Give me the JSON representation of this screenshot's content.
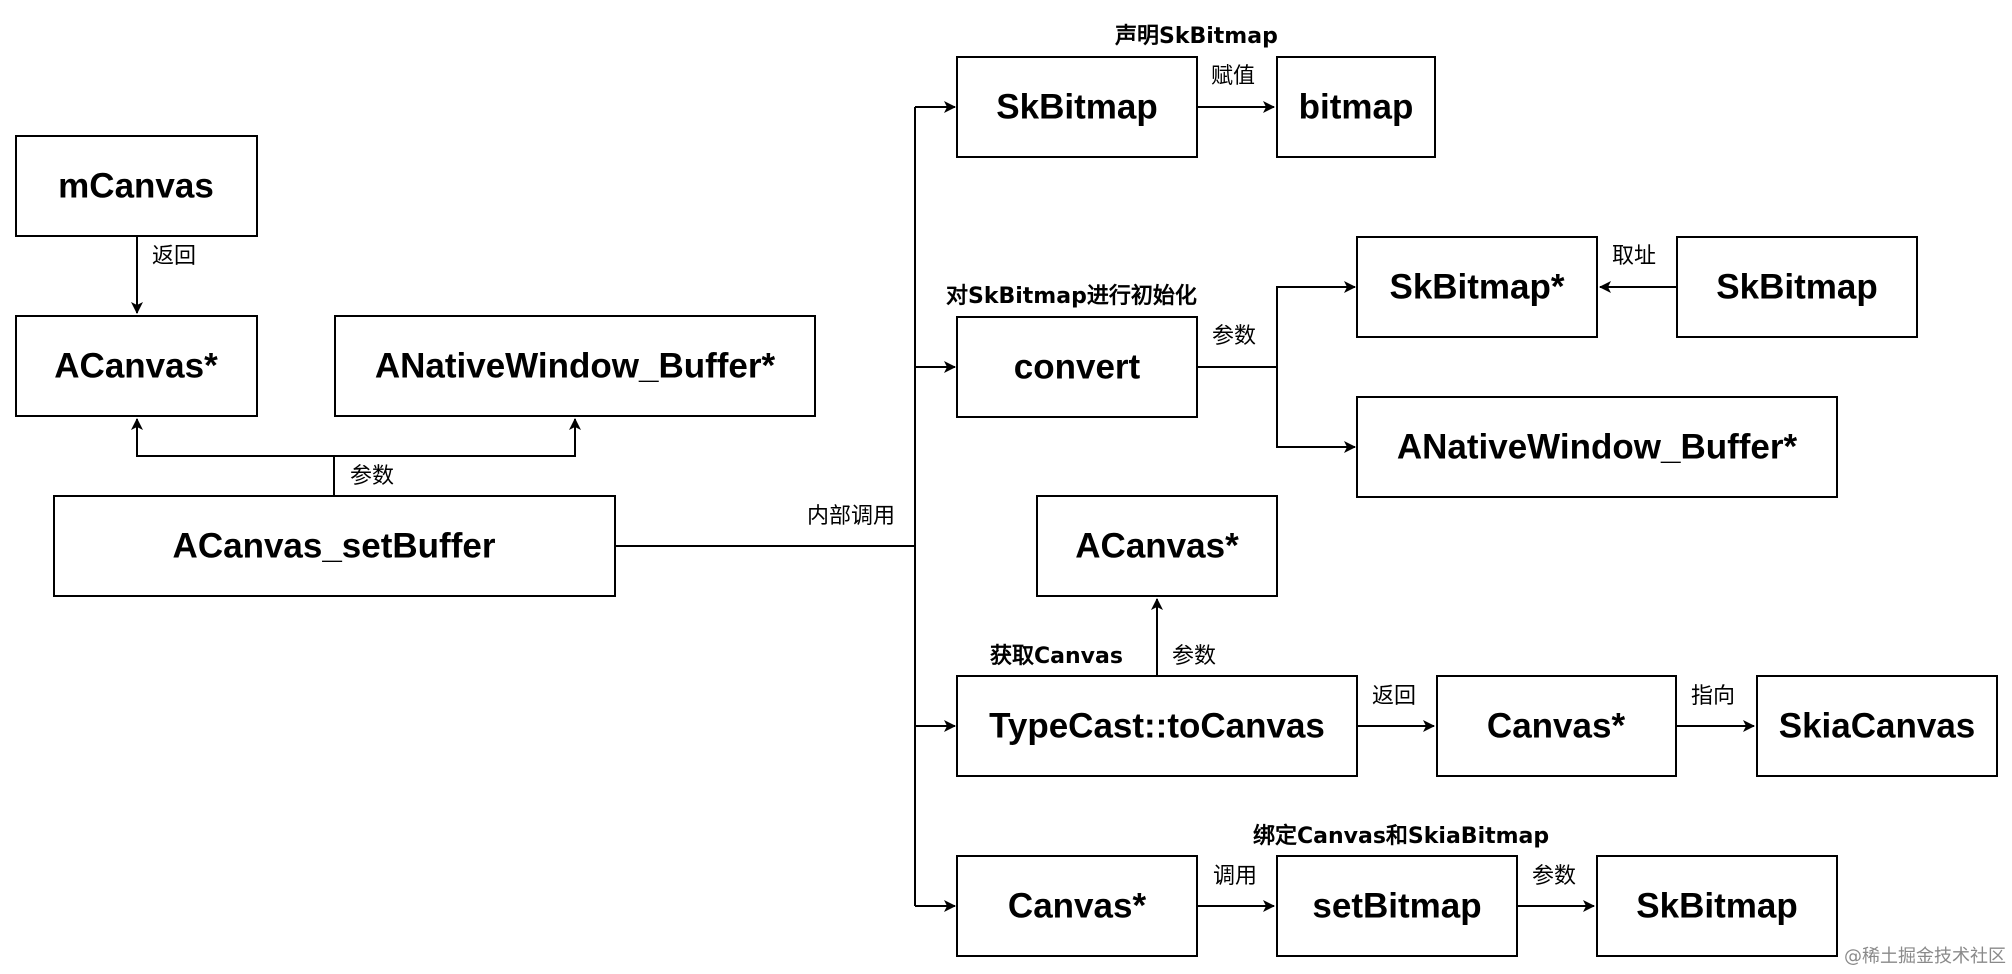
{
  "nodes": {
    "mCanvas": "mCanvas",
    "acanvas_left": "ACanvas*",
    "anw_buffer_left": "ANativeWindow_Buffer*",
    "acanvas_setbuffer": "ACanvas_setBuffer",
    "skbitmap_decl": "SkBitmap",
    "bitmap": "bitmap",
    "convert": "convert",
    "skbitmap_ptr": "SkBitmap*",
    "skbitmap_src": "SkBitmap",
    "anw_buffer_right": "ANativeWindow_Buffer*",
    "acanvas_right": "ACanvas*",
    "typecast": "TypeCast::toCanvas",
    "canvas_ptr_mid": "Canvas*",
    "skiacanvas": "SkiaCanvas",
    "canvas_ptr_bottom": "Canvas*",
    "setbitmap": "setBitmap",
    "skbitmap_bottom": "SkBitmap"
  },
  "labels": {
    "return_1": "返回",
    "param_1": "参数",
    "internal_call": "内部调用",
    "declare_skbitmap": "声明SkBitmap",
    "assign": "赋值",
    "init_skbitmap": "对SkBitmap进行初始化",
    "param_2": "参数",
    "take_address": "取址",
    "get_canvas": "获取Canvas",
    "param_3": "参数",
    "return_2": "返回",
    "point_to": "指向",
    "bind_canvas": "绑定Canvas和SkiaBitmap",
    "call": "调用",
    "param_4": "参数"
  },
  "watermark": "@稀土掘金技术社区"
}
